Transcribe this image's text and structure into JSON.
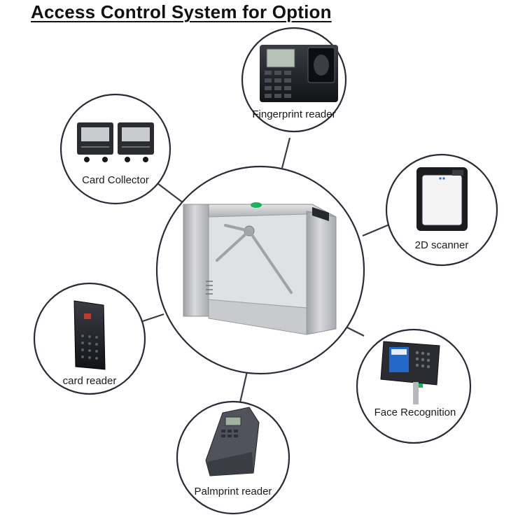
{
  "title": "Access Control System for Option",
  "colors": {
    "ring": "#2b2b38",
    "connector": "#3a3a46",
    "steel": "#b8babd",
    "device_dark": "#22242a",
    "accent_green": "#1bb35a",
    "accent_red": "#c0392b"
  },
  "center": {
    "name": "tripod-turnstile",
    "icon": "turnstile-icon"
  },
  "nodes": [
    {
      "id": "fingerprint",
      "label": "Fingerprint reader",
      "icon": "fingerprint-reader-icon"
    },
    {
      "id": "card-collector",
      "label": "Card Collector",
      "icon": "card-collector-icon"
    },
    {
      "id": "scanner",
      "label": "2D scanner",
      "icon": "qr-scanner-icon"
    },
    {
      "id": "card-reader",
      "label": "card reader",
      "icon": "card-reader-icon"
    },
    {
      "id": "face",
      "label": "Face Recognition",
      "icon": "face-recognition-icon"
    },
    {
      "id": "palmprint",
      "label": "Palmprint reader",
      "icon": "palmprint-reader-icon"
    }
  ]
}
